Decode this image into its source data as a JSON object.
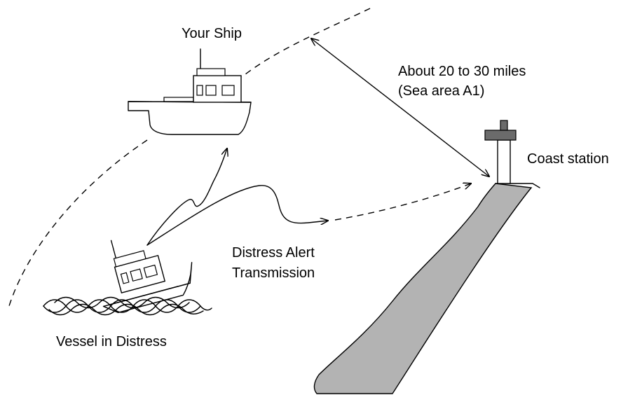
{
  "labels": {
    "your_ship": "Your Ship",
    "range_line1": "About 20 to 30 miles",
    "range_line2": "(Sea area A1)",
    "coast_station": "Coast station",
    "alert_line1": "Distress Alert",
    "alert_line2": "Transmission",
    "vessel": "Vessel in Distress"
  },
  "colors": {
    "coast_fill": "#b3b3b3",
    "station_roof": "#6b6b6b",
    "ink": "#000000"
  }
}
